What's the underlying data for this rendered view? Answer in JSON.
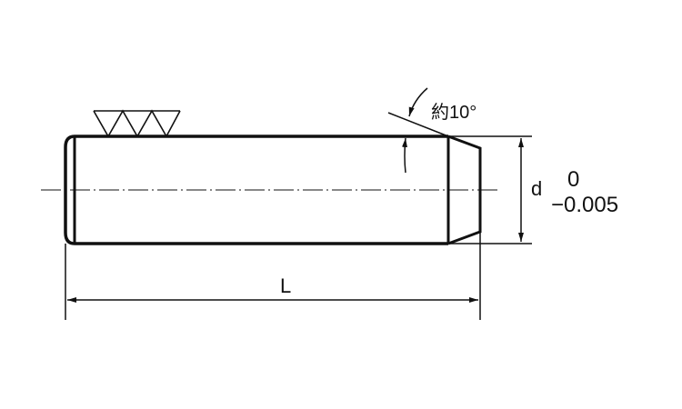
{
  "drawing": {
    "angle_label": "約10°",
    "diameter_label": "d",
    "tolerance_upper": "0",
    "tolerance_lower": "−0.005",
    "length_label": "L",
    "surface_finish_symbol": "▽▽▽",
    "line_color": "#111111"
  }
}
